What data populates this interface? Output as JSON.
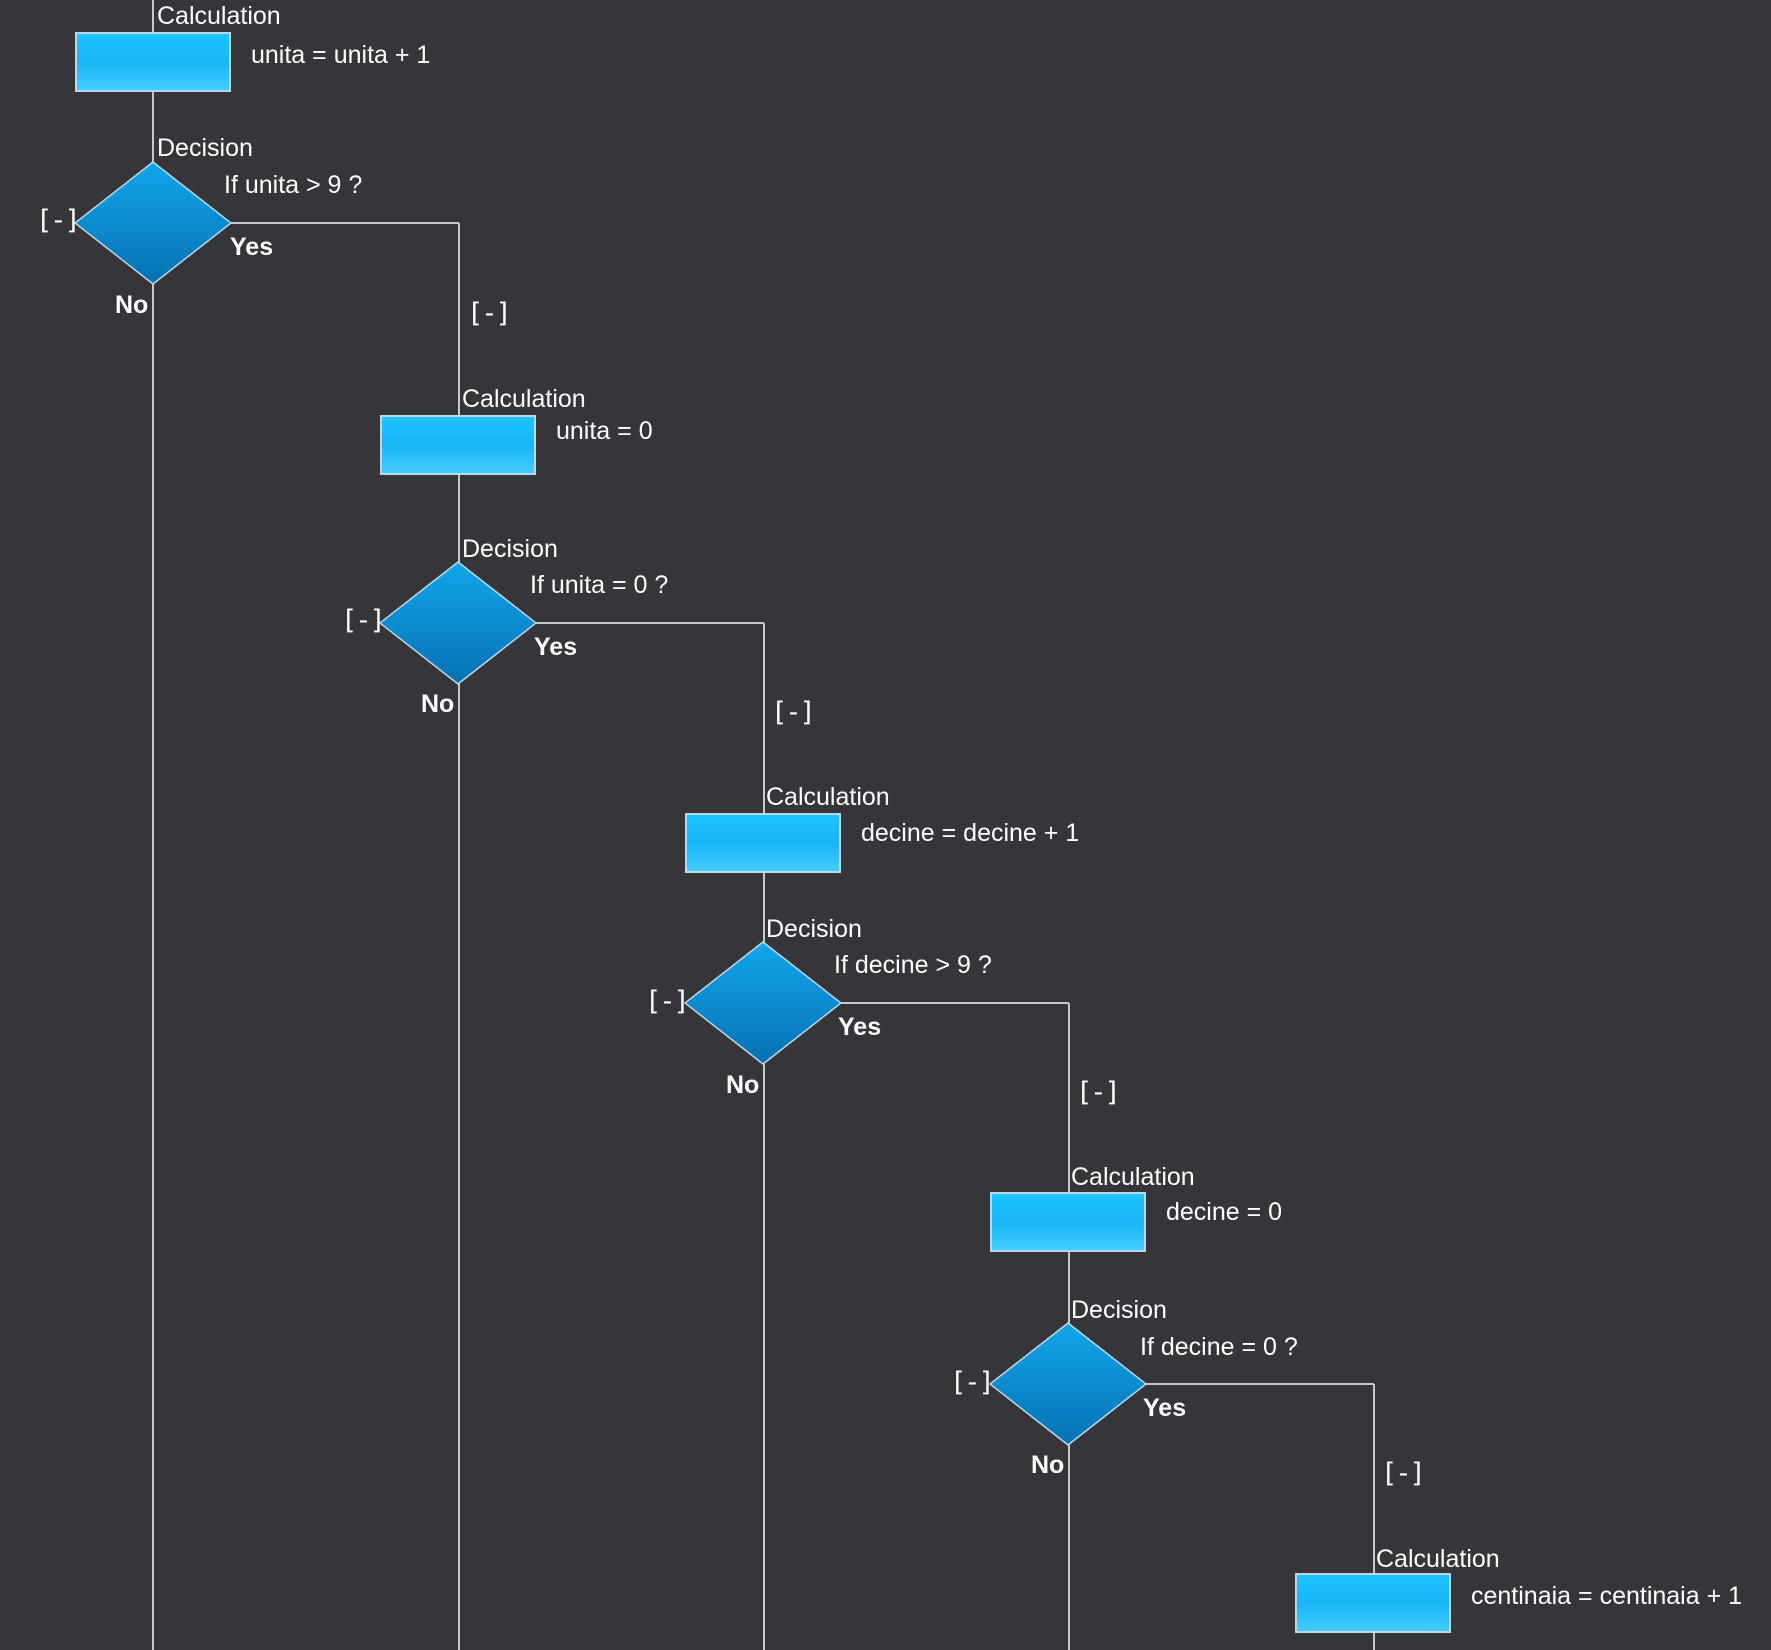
{
  "colors": {
    "background": "#35353a",
    "wire": "#c8c8c8",
    "calc_fill": "#1ec3ff",
    "decision_fill": "#0a85c7",
    "text": "#ffffff"
  },
  "collapse_glyph": "[-]",
  "nodes": [
    {
      "id": "calc-1",
      "type": "calculation",
      "title": "Calculation",
      "expression": "unita = unita + 1"
    },
    {
      "id": "dec-1",
      "type": "decision",
      "title": "Decision",
      "condition": "If  unita > 9 ?",
      "yes_label": "Yes",
      "no_label": "No"
    },
    {
      "id": "calc-2",
      "type": "calculation",
      "title": "Calculation",
      "expression": "unita = 0"
    },
    {
      "id": "dec-2",
      "type": "decision",
      "title": "Decision",
      "condition": "If  unita = 0 ?",
      "yes_label": "Yes",
      "no_label": "No"
    },
    {
      "id": "calc-3",
      "type": "calculation",
      "title": "Calculation",
      "expression": "decine = decine + 1"
    },
    {
      "id": "dec-3",
      "type": "decision",
      "title": "Decision",
      "condition": "If  decine > 9 ?",
      "yes_label": "Yes",
      "no_label": "No"
    },
    {
      "id": "calc-4",
      "type": "calculation",
      "title": "Calculation",
      "expression": "decine = 0"
    },
    {
      "id": "dec-4",
      "type": "decision",
      "title": "Decision",
      "condition": "If  decine = 0 ?",
      "yes_label": "Yes",
      "no_label": "No"
    },
    {
      "id": "calc-5",
      "type": "calculation",
      "title": "Calculation",
      "expression": "centinaia = centinaia + 1"
    }
  ]
}
